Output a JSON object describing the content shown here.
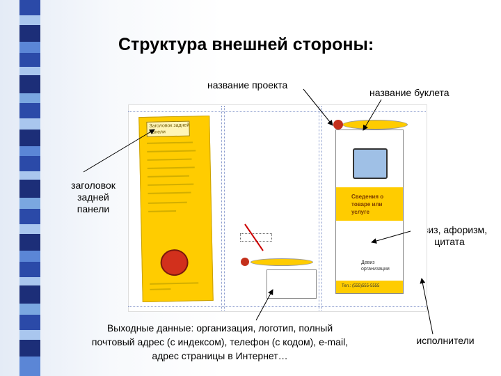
{
  "title": "Структура внешней стороны:",
  "labels": {
    "project_name": "название проекта",
    "booklet_name": "название буклета",
    "back_header": [
      "заголовок",
      "задней",
      "панели"
    ],
    "motto": [
      "девиз, афоризм,",
      "цитата"
    ],
    "output_data": [
      "Выходные данные: организация, логотип, полный",
      "почтовый адрес (с индексом), телефон (с кодом), e-mail,",
      "адрес страницы в Интернет…"
    ],
    "performers": "исполнители"
  },
  "booklet": {
    "back_header": [
      "Заголовок задней",
      "панели"
    ],
    "product_info": [
      "Сведения о",
      "товаре или",
      "услуге"
    ],
    "motto_small": [
      "Девиз",
      "организации"
    ],
    "phone": "Тел.: (555)555-5555"
  },
  "colors": {
    "panel": "#ffcc00",
    "strip": [
      "#2b4aa8",
      "#7aa7e0",
      "#1c2e78",
      "#5b86d6",
      "#a9c6ee"
    ]
  }
}
